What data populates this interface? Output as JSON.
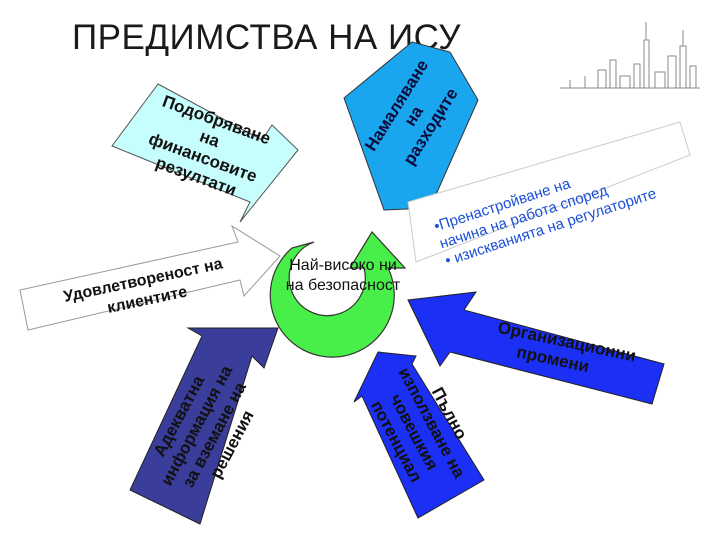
{
  "slide": {
    "title": "ПРЕДИМСТВА НА ИСУ",
    "center_label": [
      "Най-високо ни",
      "на безопасност"
    ]
  },
  "arrows": {
    "cost_reduction": [
      "Намаляване",
      "на",
      "разходите"
    ],
    "financial_results": [
      "Подобряване",
      "на",
      "финансовите",
      "резултати"
    ],
    "restructuring": [
      "•Пренастройване на",
      "начина на работа според",
      "• изискванията на регулаторите"
    ],
    "customer_satisfaction": [
      "Удовлетвореност на",
      "клиентите"
    ],
    "organizational_change": [
      "Организационни",
      "промени"
    ],
    "decision_information": [
      "Адекватна",
      "информация на",
      "за вземане на",
      "решения"
    ],
    "human_potential": [
      "Пълно",
      "използване на",
      "човешкия",
      "потенциал"
    ]
  },
  "colors": {
    "cyan_arrow": "#c6fdfd",
    "blue_arrow": "#1aa6ee",
    "green_ring": "#49ef49",
    "dark_blue_arrow": "#3a3d9a",
    "royal_blue_arrow": "#1b2ff5",
    "text_blue": "#1a4fd6"
  }
}
